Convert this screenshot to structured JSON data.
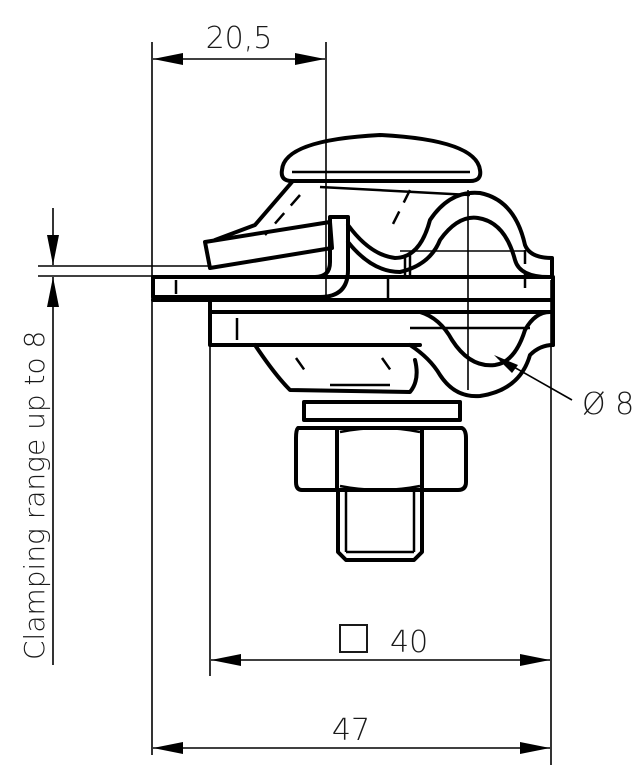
{
  "drawing": {
    "subject": "Clamp connector with bolt and hex nut (side view)",
    "dimensions": {
      "top_width": "20,5",
      "clamping_range": "Clamping range up to 8",
      "diameter": "Ø 8",
      "square_size": "□ 40",
      "square_symbol": "□",
      "square_value": "40",
      "overall_width": "47"
    },
    "line_color": "#000000",
    "background": "#ffffff"
  }
}
